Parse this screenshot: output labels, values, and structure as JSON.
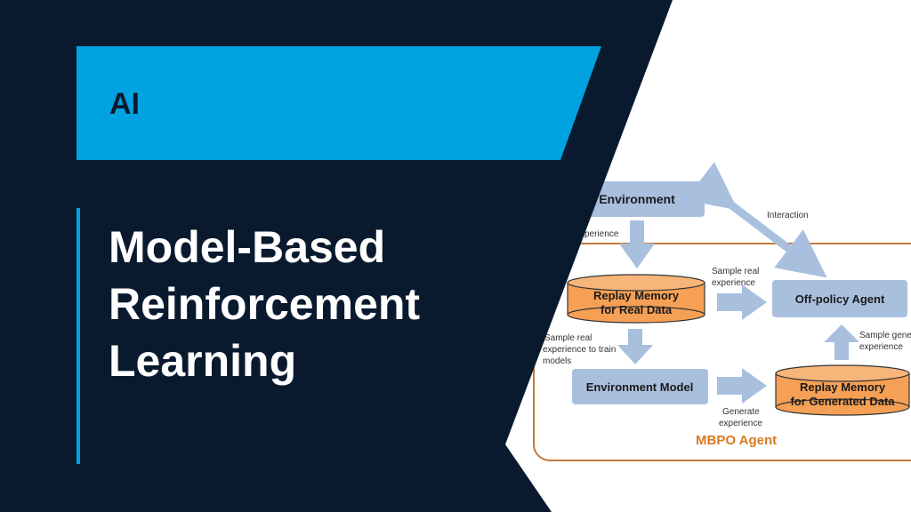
{
  "header": {
    "category": "AI",
    "title_lines": [
      "Model-Based",
      "Reinforcement",
      "Learning"
    ]
  },
  "diagram": {
    "nodes": {
      "environment": "Environment",
      "replay_real_l1": "Replay Memory",
      "replay_real_l2": "for Real Data",
      "off_policy_agent": "Off-policy Agent",
      "environment_model": "Environment Model",
      "replay_gen_l1": "Replay Memory",
      "replay_gen_l2": "for Generated Data"
    },
    "edge_labels": {
      "interaction": "Interaction",
      "experience": "xperience",
      "sample_real_l1": "Sample real",
      "sample_real_l2": "experience",
      "sample_train_l1": "Sample real",
      "sample_train_l2": "experience to train",
      "sample_train_l3": "models",
      "sample_gen_l1": "Sample gene",
      "sample_gen_l2": "experience",
      "generate_l1": "Generate",
      "generate_l2": "experience"
    },
    "group_label": "MBPO Agent"
  },
  "colors": {
    "navy": "#0a1a2e",
    "accent_blue": "#009fe0",
    "node_blue": "#a9bfde",
    "memory_orange": "#f6a055",
    "group_border": "#c67a3a",
    "group_label": "#d97a22"
  }
}
